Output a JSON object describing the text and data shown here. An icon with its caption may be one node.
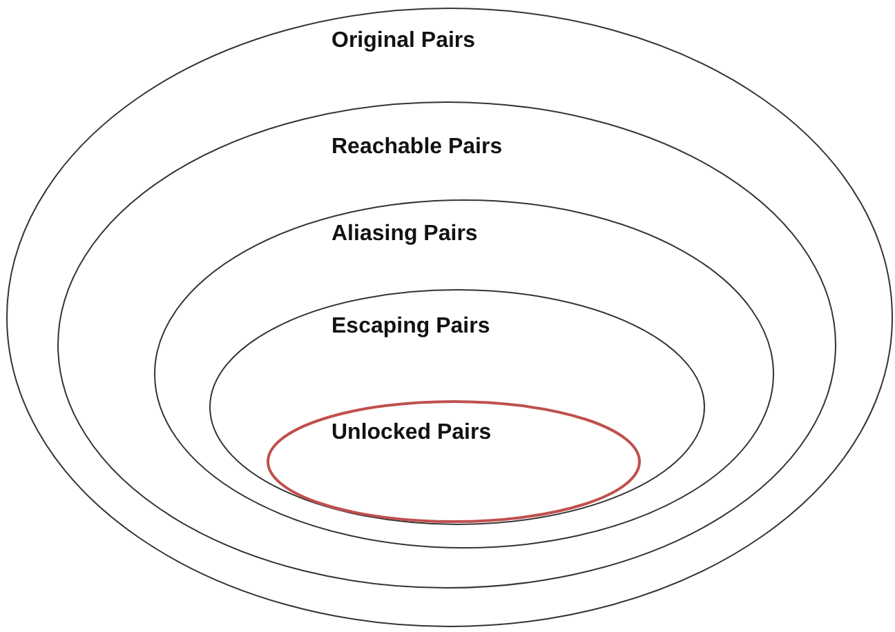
{
  "diagram": {
    "nodes": [
      {
        "text": [
          "Original Pairs"
        ]
      },
      {
        "text": [
          "Reachable Pairs"
        ],
        "in": 0
      },
      {
        "text": [
          "Aliasing Pairs"
        ],
        "in": 1
      },
      {
        "text": [
          "Escaping Pairs"
        ],
        "in": 2
      },
      {
        "text": [
          "Unlocked Pairs"
        ],
        "in": 3
      }
    ]
  }
}
